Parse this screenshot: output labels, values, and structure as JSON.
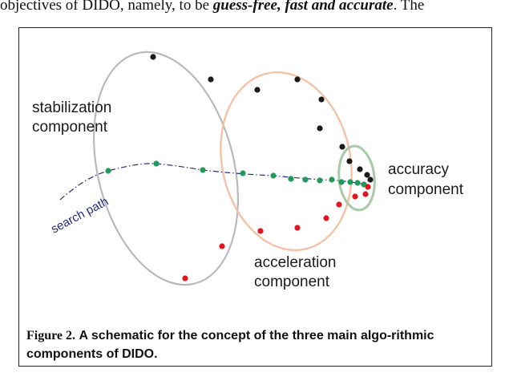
{
  "header": {
    "prefix": "objectives of DIDO, namely, to be ",
    "emphasis": "guess-free, fast and accurate",
    "suffix": ".  The"
  },
  "labels": {
    "stabilization": [
      "stabilization",
      "component"
    ],
    "acceleration": [
      "acceleration",
      "component"
    ],
    "accuracy": [
      "accuracy",
      "component"
    ],
    "search_path": "search path"
  },
  "caption": {
    "label": "Figure 2.",
    "text": "A schematic for the concept of the three main algo-rithmic components of DIDO."
  },
  "colors": {
    "stabilization_ellipse": "#b9b9b9",
    "acceleration_ellipse": "#f4c2a8",
    "accuracy_ellipse": "#a9c9a9",
    "path": "#2a2a88",
    "dot_black": "#1a1a1a",
    "dot_green": "#1f9a5a",
    "dot_red": "#e0161e",
    "label_text": "#1a1a1a",
    "path_label": "#2a2a88"
  },
  "icons": {
    "black_points": "black-dot",
    "green_points": "green-dot",
    "red_points": "red-dot"
  }
}
